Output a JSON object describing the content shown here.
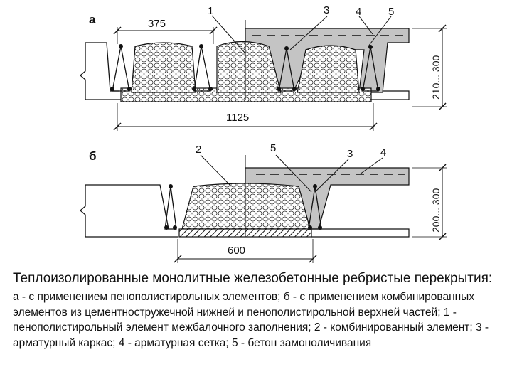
{
  "figure": {
    "panel_a": {
      "label": "а",
      "dim_top": "375",
      "dim_bottom": "1125",
      "dim_vertical": "210... 300",
      "callouts": [
        "1",
        "3",
        "4",
        "5"
      ]
    },
    "panel_b": {
      "label": "б",
      "dim_bottom": "600",
      "dim_vertical": "200... 300",
      "callouts": [
        "2",
        "5",
        "3",
        "4"
      ]
    },
    "colors": {
      "concrete": "#c4c4c4",
      "line": "#111111"
    }
  },
  "caption": {
    "title": "Теплоизолированные монолитные железобетонные ребристые перекрытия:",
    "body": "а - с применением пенополистирольных элементов; б - с применением комбинированных элементов из цементностружечной нижней и пенополистирольной верхней частей; 1 - пенополистирольный элемент межбалочного заполнения; 2 - комбинированный элемент; 3 - арматурный каркас; 4 - арматурная сетка; 5 - бетон замоноличивания"
  }
}
